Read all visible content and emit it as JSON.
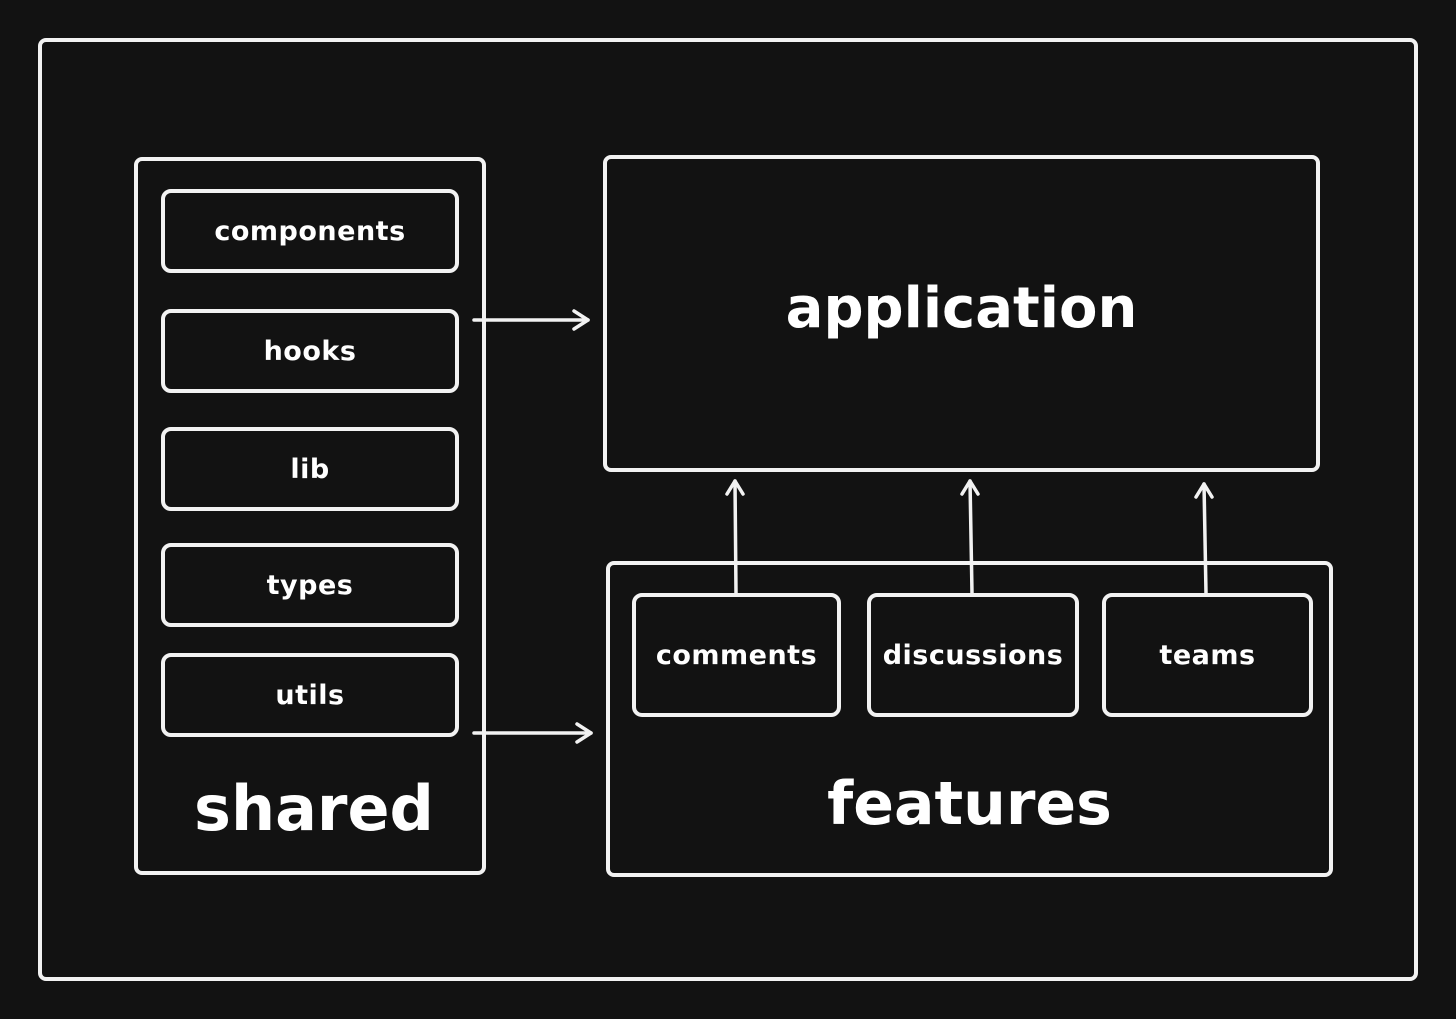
{
  "diagram": {
    "shared": {
      "label": "shared",
      "items": [
        "components",
        "hooks",
        "lib",
        "types",
        "utils"
      ]
    },
    "application": {
      "label": "application"
    },
    "features": {
      "label": "features",
      "items": [
        "comments",
        "discussions",
        "teams"
      ]
    },
    "edges": [
      {
        "from": "shared",
        "to": "application"
      },
      {
        "from": "shared",
        "to": "features"
      },
      {
        "from": "comments",
        "to": "application"
      },
      {
        "from": "discussions",
        "to": "application"
      },
      {
        "from": "teams",
        "to": "application"
      }
    ],
    "colors": {
      "background": "#121212",
      "stroke": "#f2f2f2",
      "text": "#ffffff"
    }
  }
}
